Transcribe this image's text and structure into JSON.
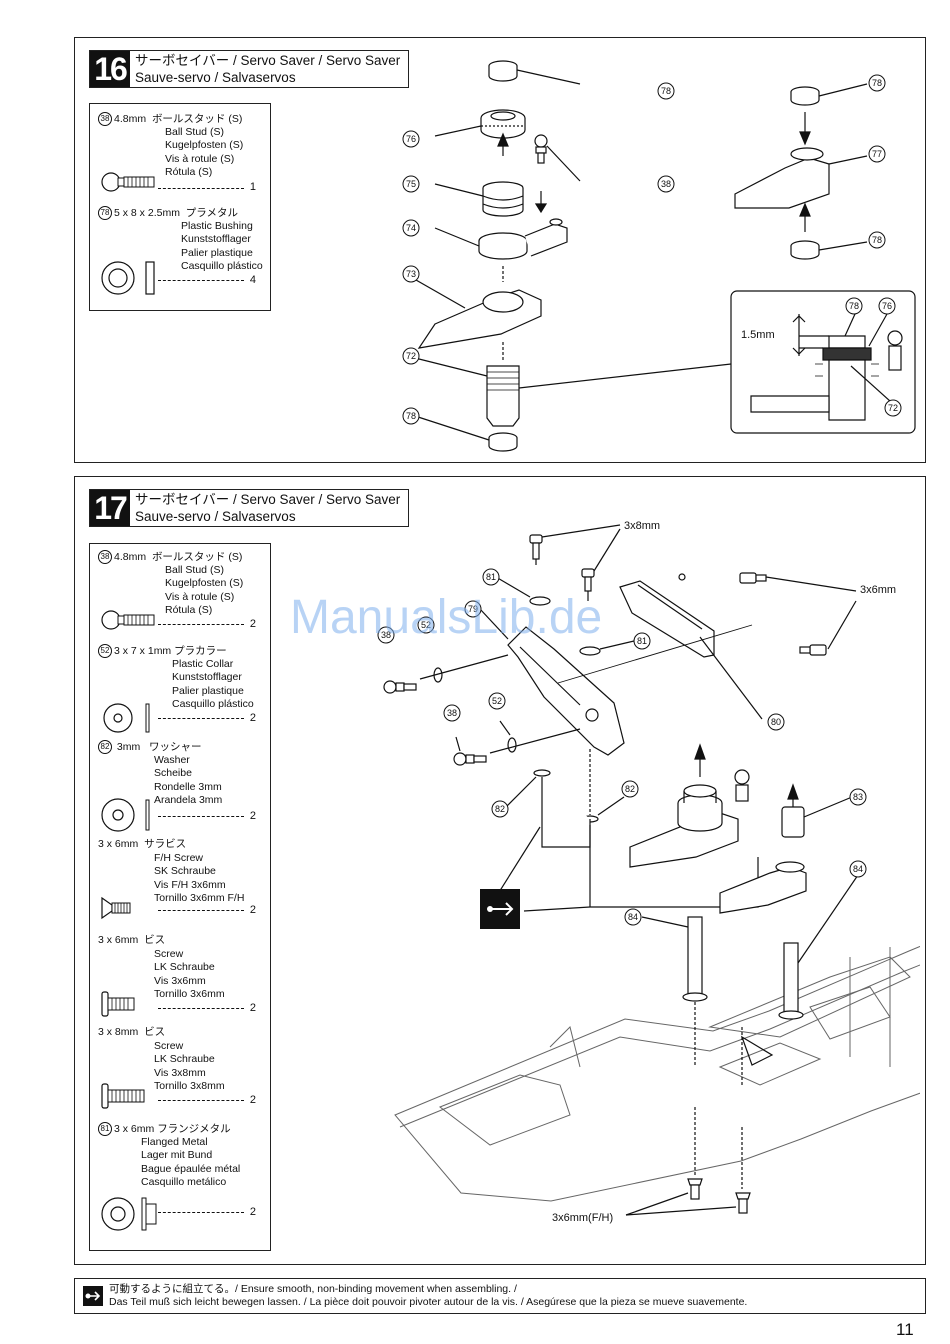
{
  "steps": [
    {
      "number": "16",
      "title_line1": "サーボセイバー / Servo Saver / Servo Saver",
      "title_line2": "Sauve-servo / Salvaservos",
      "parts": [
        {
          "ref": "38",
          "size": "4.8mm",
          "name_jp": "ボールスタッド (S)",
          "names": [
            "Ball Stud (S)",
            "Kugelpfosten (S)",
            "Vis à rotule (S)",
            "Rótula (S)"
          ],
          "qty": "1"
        },
        {
          "ref": "78",
          "size": "5 x 8 x 2.5mm",
          "name_jp": "プラメタル",
          "names": [
            "Plastic Bushing",
            "Kunststofflager",
            "Palier plastique",
            "Casquillo plástico"
          ],
          "qty": "4"
        }
      ],
      "callouts": [
        "78",
        "76",
        "38",
        "75",
        "74",
        "73",
        "72",
        "78",
        "78",
        "77",
        "78"
      ],
      "detail": {
        "dimension": "1.5mm",
        "callouts": [
          "78",
          "76",
          "72"
        ]
      }
    },
    {
      "number": "17",
      "title_line1": "サーボセイバー / Servo Saver / Servo Saver",
      "title_line2": "Sauve-servo / Salvaservos",
      "parts": [
        {
          "ref": "38",
          "size": "4.8mm",
          "name_jp": "ボールスタッド (S)",
          "names": [
            "Ball Stud (S)",
            "Kugelpfosten (S)",
            "Vis à rotule (S)",
            "Rótula (S)"
          ],
          "qty": "2"
        },
        {
          "ref": "52",
          "size": "3 x 7 x 1mm",
          "name_jp": "プラカラー",
          "names": [
            "Plastic Collar",
            "Kunststofflager",
            "Palier plastique",
            "Casquillo plástico"
          ],
          "qty": "2"
        },
        {
          "ref": "82",
          "size": "3mm",
          "name_jp": "ワッシャー",
          "names": [
            "Washer",
            "Scheibe",
            "Rondelle 3mm",
            "Arandela 3mm"
          ],
          "qty": "2"
        },
        {
          "ref": "",
          "size": "3 x 6mm",
          "name_jp": "サラビス",
          "names": [
            "F/H Screw",
            "SK Schraube",
            "Vis F/H 3x6mm",
            "Tornillo 3x6mm F/H"
          ],
          "qty": "2"
        },
        {
          "ref": "",
          "size": "3 x 6mm",
          "name_jp": "ビス",
          "names": [
            "Screw",
            "LK Schraube",
            "Vis 3x6mm",
            "Tornillo 3x6mm"
          ],
          "qty": "2"
        },
        {
          "ref": "",
          "size": "3 x 8mm",
          "name_jp": "ビス",
          "names": [
            "Screw",
            "LK Schraube",
            "Vis 3x8mm",
            "Tornillo 3x8mm"
          ],
          "qty": "2"
        },
        {
          "ref": "81",
          "size": "3 x 6mm",
          "name_jp": "フランジメタル",
          "names": [
            "Flanged Metal",
            "Lager mit Bund",
            "Bague épaulée métal",
            "Casquillo metálico"
          ],
          "qty": "2"
        }
      ],
      "labels": {
        "screw_3x8": "3x8mm",
        "screw_3x6": "3x6mm",
        "screw_3x6fh": "3x6mm(F/H)"
      },
      "callouts": [
        "81",
        "79",
        "38",
        "52",
        "81",
        "80",
        "38",
        "52",
        "82",
        "82",
        "83",
        "84",
        "84"
      ]
    }
  ],
  "watermark": "ManualsLib.de",
  "note": {
    "line1": "可動するように組立てる。/  Ensure smooth, non-binding movement when assembling. /",
    "line2": "Das Teil muß sich leicht bewegen lassen. / La pièce doit pouvoir pivoter autour de la vis. / Asegúrese que la pieza se mueve suavemente."
  },
  "page_number": "11"
}
